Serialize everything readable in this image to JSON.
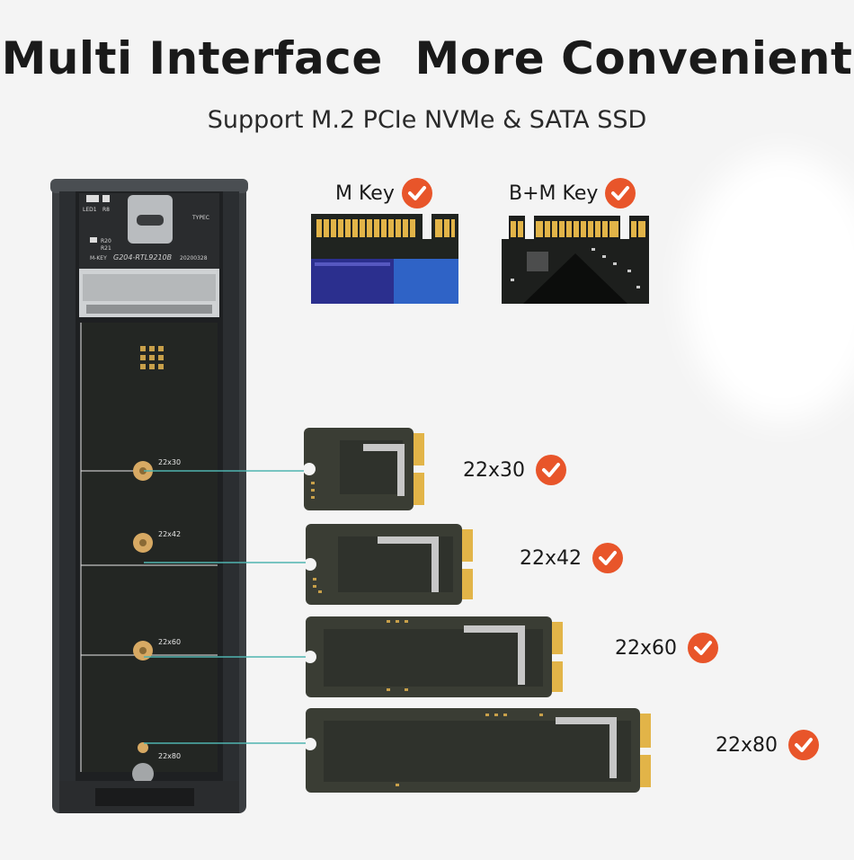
{
  "header": {
    "title": "Multi Interface  More Convenient",
    "subtitle": "Support M.2 PCIe NVMe & SATA SSD"
  },
  "keys": [
    {
      "label": "M Key",
      "icon": "check-icon"
    },
    {
      "label": "B+M Key",
      "icon": "check-icon"
    }
  ],
  "sizes": [
    {
      "label": "22x30",
      "icon": "check-icon"
    },
    {
      "label": "22x42",
      "icon": "check-icon"
    },
    {
      "label": "22x60",
      "icon": "check-icon"
    },
    {
      "label": "22x80",
      "icon": "check-icon"
    }
  ],
  "board": {
    "silk_led": "LED1",
    "silk_r8": "R8",
    "silk_r20": "R20",
    "silk_r21": "R21",
    "silk_typec": "TYPEC",
    "silk_mkey": "M-KEY",
    "silk_model": "G204-RTL9210B",
    "silk_date": "20200328",
    "mark_30": "22x30",
    "mark_42": "22x42",
    "mark_60": "22x60",
    "mark_80": "22x80"
  },
  "colors": {
    "accent": "#e8552a",
    "connector_line": "#4fb3b0",
    "pcb": "#232623",
    "gold": "#e2b448"
  }
}
